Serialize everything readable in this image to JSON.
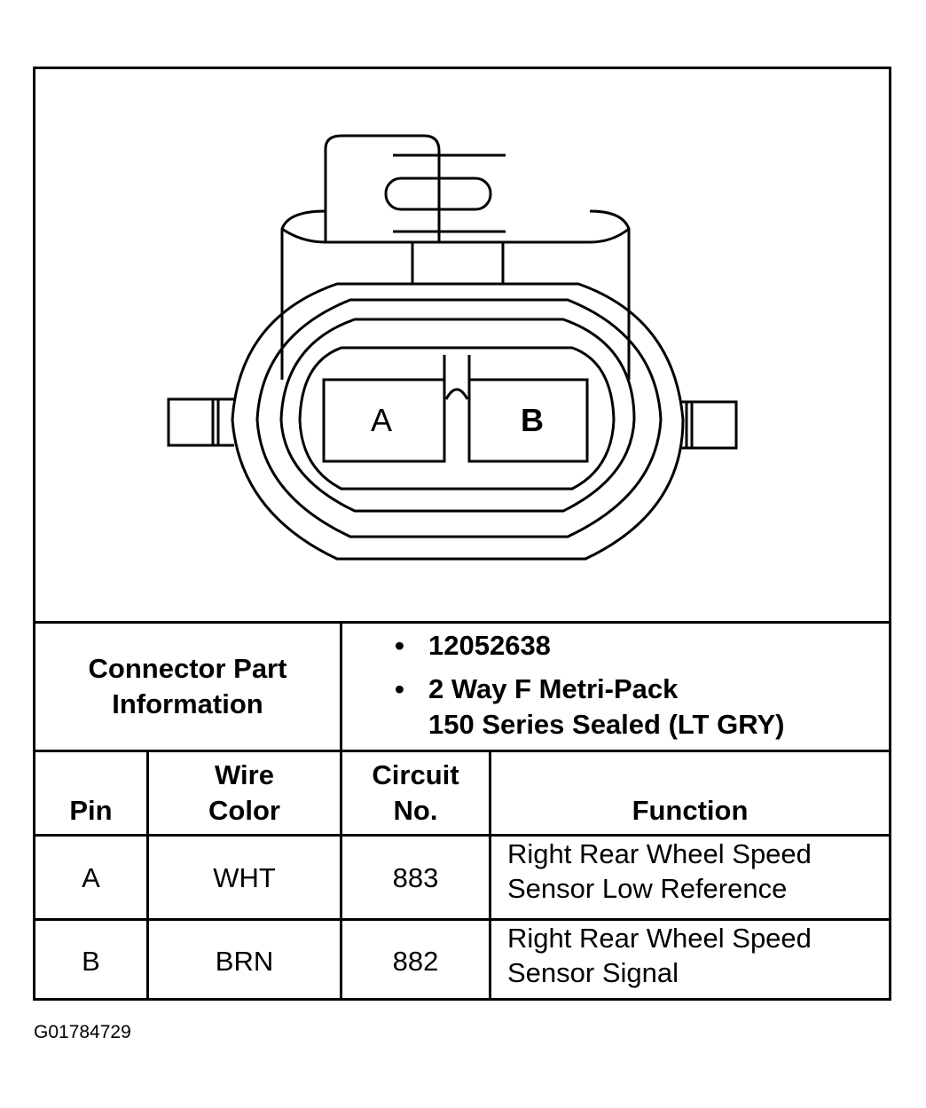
{
  "diagram": {
    "type": "connector-face-view",
    "pins": [
      {
        "label": "A"
      },
      {
        "label": "B"
      }
    ]
  },
  "part_info": {
    "header": "Connector Part Information",
    "header_line1": "Connector Part",
    "header_line2": "Information",
    "bullet": "•",
    "items": [
      {
        "line1": "12052638"
      },
      {
        "line1": "2 Way F Metri-Pack",
        "line2": "150 Series Sealed (LT GRY)"
      }
    ]
  },
  "table": {
    "headers": {
      "pin": "Pin",
      "wire_color_line1": "Wire",
      "wire_color_line2": "Color",
      "circuit_line1": "Circuit",
      "circuit_line2": "No.",
      "function": "Function"
    },
    "rows": [
      {
        "pin": "A",
        "wire_color": "WHT",
        "circuit": "883",
        "function_line1": "Right Rear Wheel Speed",
        "function_line2": "Sensor Low Reference"
      },
      {
        "pin": "B",
        "wire_color": "BRN",
        "circuit": "882",
        "function_line1": "Right Rear Wheel Speed",
        "function_line2": "Sensor Signal"
      }
    ]
  },
  "figure_code": "G01784729"
}
